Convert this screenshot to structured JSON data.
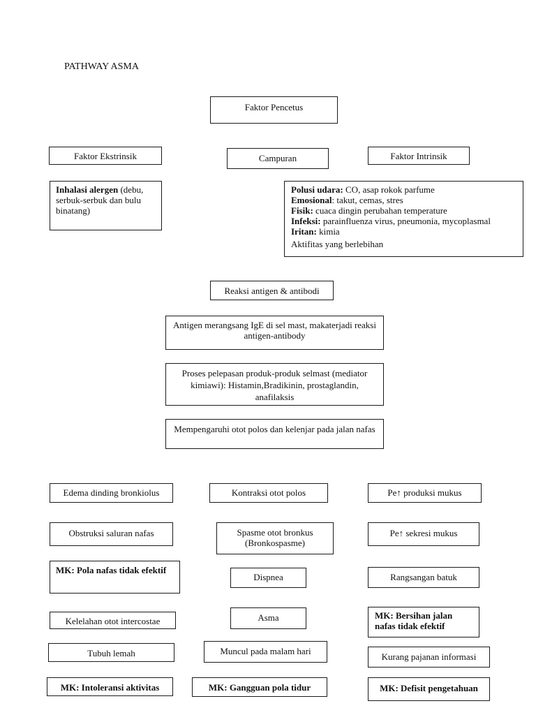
{
  "title": "PATHWAY ASMA",
  "top": {
    "faktor_pencetus": "Faktor Pencetus",
    "ekstrinsik": "Faktor Ekstrinsik",
    "campuran": "Campuran",
    "intrinsik": "Faktor Intrinsik"
  },
  "ekstrinsik_detail": {
    "label": "Inhalasi alergen",
    "text": " (debu, serbuk-serbuk dan bulu binatang)"
  },
  "intrinsik_detail": [
    {
      "label": "Polusi udara:",
      "text": " CO, asap rokok parfume"
    },
    {
      "label": "Emosional",
      "text": ": takut, cemas, stres"
    },
    {
      "label": "Fisik:",
      "text": " cuaca dingin perubahan temperature"
    },
    {
      "label": "Infeksi:",
      "text": " parainfluenza virus, pneumonia, mycoplasmal"
    },
    {
      "label": "Iritan:",
      "text": " kimia"
    },
    {
      "label": "",
      "text": "Aktifitas yang berlebihan"
    }
  ],
  "mid": {
    "reaksi": "Reaksi antigen & antibodi",
    "antigen": "Antigen merangsang IgE di sel mast, makaterjadi reaksi antigen-antibody",
    "proses": "Proses pelepasan produk-produk selmast (mediator kimiawi): Histamin,Bradikinin, prostaglandin, anafilaksis",
    "mempengaruhi": "Mempengaruhi otot polos dan kelenjar pada jalan nafas"
  },
  "left_col": {
    "edema": "Edema dinding bronkiolus",
    "obstruksi": "Obstruksi saluran nafas",
    "mk_pola": "MK: Pola nafas tidak efektif",
    "kelelahan": "Kelelahan otot intercostae",
    "tubuh": "Tubuh lemah",
    "mk_intoleransi": "MK: Intoleransi aktivitas"
  },
  "center_col": {
    "kontraksi": "Kontraksi otot polos",
    "spasme": "Spasme otot bronkus (Bronkospasme)",
    "dispnea": "Dispnea",
    "asma": "Asma",
    "muncul": "Muncul pada malam hari",
    "mk_gangguan": "MK: Gangguan pola tidur"
  },
  "right_col": {
    "produksi": "Pe↑ produksi mukus",
    "sekresi": "Pe↑ sekresi mukus",
    "rangsangan": "Rangsangan batuk",
    "mk_bersihan": "MK: Bersihan jalan nafas tidak efektif",
    "kurang": "Kurang pajanan informasi",
    "mk_defisit": "MK: Defisit pengetahuan"
  }
}
